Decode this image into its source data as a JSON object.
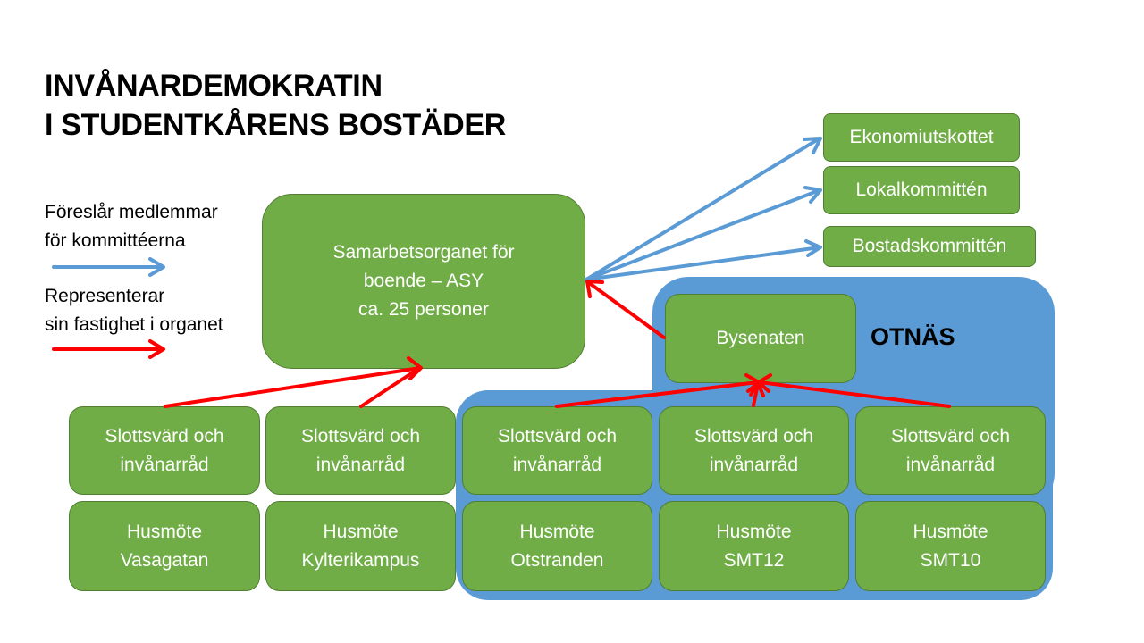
{
  "title": {
    "line1": "INVÅNARDEMOKRATIN",
    "line2": "I STUDENTKÅRENS BOSTÄDER"
  },
  "legend": [
    {
      "line1": "Föreslår medlemmar",
      "line2": "för kommittéerna",
      "color": "#5b9bd5"
    },
    {
      "line1": "Representerar",
      "line2": "sin fastighet i organet",
      "color": "#ff0000"
    }
  ],
  "central": {
    "line1": "Samarbetsorganet för",
    "line2": "boende – ASY",
    "line3": "ca. 25 personer"
  },
  "committees": [
    "Ekonomiutskottet",
    "Lokalkommittén",
    "Bostadskommittén"
  ],
  "otnas": {
    "label": "OTNÄS",
    "senate": "Bysenaten"
  },
  "buildings": [
    {
      "council1": "Slottsvärd och",
      "council2": "invånarråd",
      "meeting1": "Husmöte",
      "meeting2": "Vasagatan"
    },
    {
      "council1": "Slottsvärd och",
      "council2": "invånarråd",
      "meeting1": "Husmöte",
      "meeting2": "Kylterikampus"
    },
    {
      "council1": "Slottsvärd och",
      "council2": "invånarråd",
      "meeting1": "Husmöte",
      "meeting2": "Otstranden"
    },
    {
      "council1": "Slottsvärd och",
      "council2": "invånarråd",
      "meeting1": "Husmöte",
      "meeting2": "SMT12"
    },
    {
      "council1": "Slottsvärd och",
      "council2": "invånarråd",
      "meeting1": "Husmöte",
      "meeting2": "SMT10"
    }
  ],
  "colors": {
    "box": "#70ad47",
    "region": "#5b9bd5",
    "blue_arrow": "#5b9bd5",
    "red_arrow": "#ff0000"
  }
}
